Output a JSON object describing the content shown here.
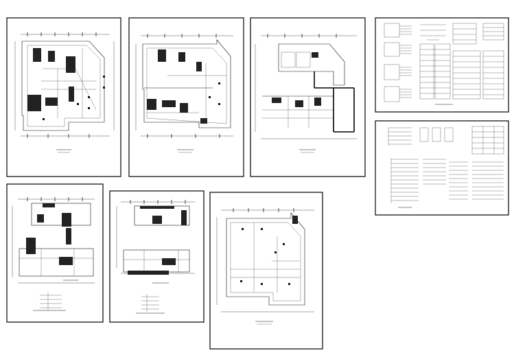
{
  "drawing": {
    "sheets": [
      {
        "id": "plan-1",
        "kind": "floor-plan"
      },
      {
        "id": "plan-2",
        "kind": "floor-plan"
      },
      {
        "id": "plan-3",
        "kind": "floor-plan"
      },
      {
        "id": "schedule-1",
        "kind": "wiring-schedule"
      },
      {
        "id": "schedule-2",
        "kind": "wiring-schedule"
      },
      {
        "id": "plan-4",
        "kind": "floor-plan"
      },
      {
        "id": "plan-5",
        "kind": "floor-plan"
      },
      {
        "id": "plan-6",
        "kind": "floor-plan"
      }
    ],
    "colors": {
      "background": "#ffffff",
      "lines": "#000000"
    }
  }
}
